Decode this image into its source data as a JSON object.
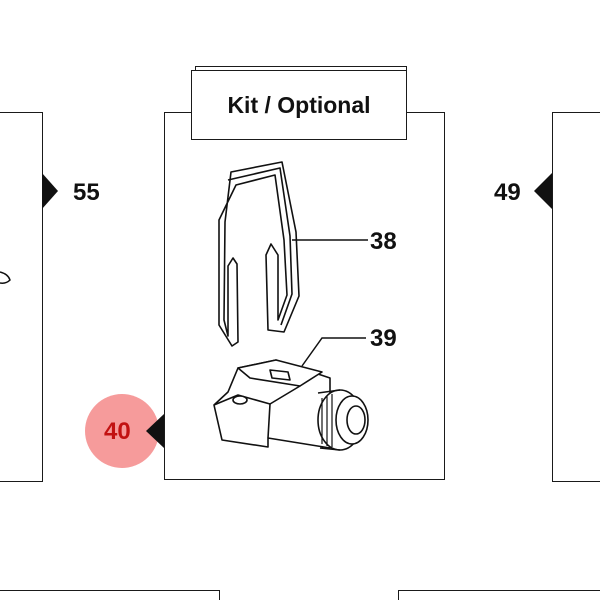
{
  "diagram": {
    "kit_title": "Kit / Optional",
    "callouts": {
      "left_ref": "55",
      "right_ref": "49",
      "part_clip": "38",
      "part_fitting": "39",
      "highlighted_ref": "40"
    },
    "colors": {
      "highlight": "#f58a8a",
      "highlight_text": "#c21212",
      "line": "#1a1a1a"
    },
    "icons": [
      "pointer-arrow-icon",
      "highlight-marker-icon"
    ]
  }
}
